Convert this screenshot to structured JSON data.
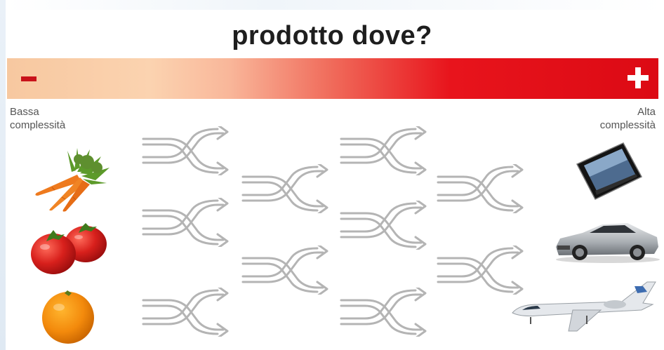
{
  "title": "prodotto dove?",
  "scale": {
    "low_symbol": "–",
    "high_symbol": "+",
    "low_label_line1": "Bassa",
    "low_label_line2": "complessità",
    "high_label_line1": "Alta",
    "high_label_line2": "complessità"
  },
  "icons": [
    "carrot-icon",
    "tomato-icon",
    "orange-icon",
    "tablet-icon",
    "car-icon",
    "jet-icon",
    "shuffle-arrow-icon"
  ],
  "colors": {
    "bar_start": "#f7c8a0",
    "bar_end": "#dc0a14",
    "accent": "#c8121a"
  }
}
